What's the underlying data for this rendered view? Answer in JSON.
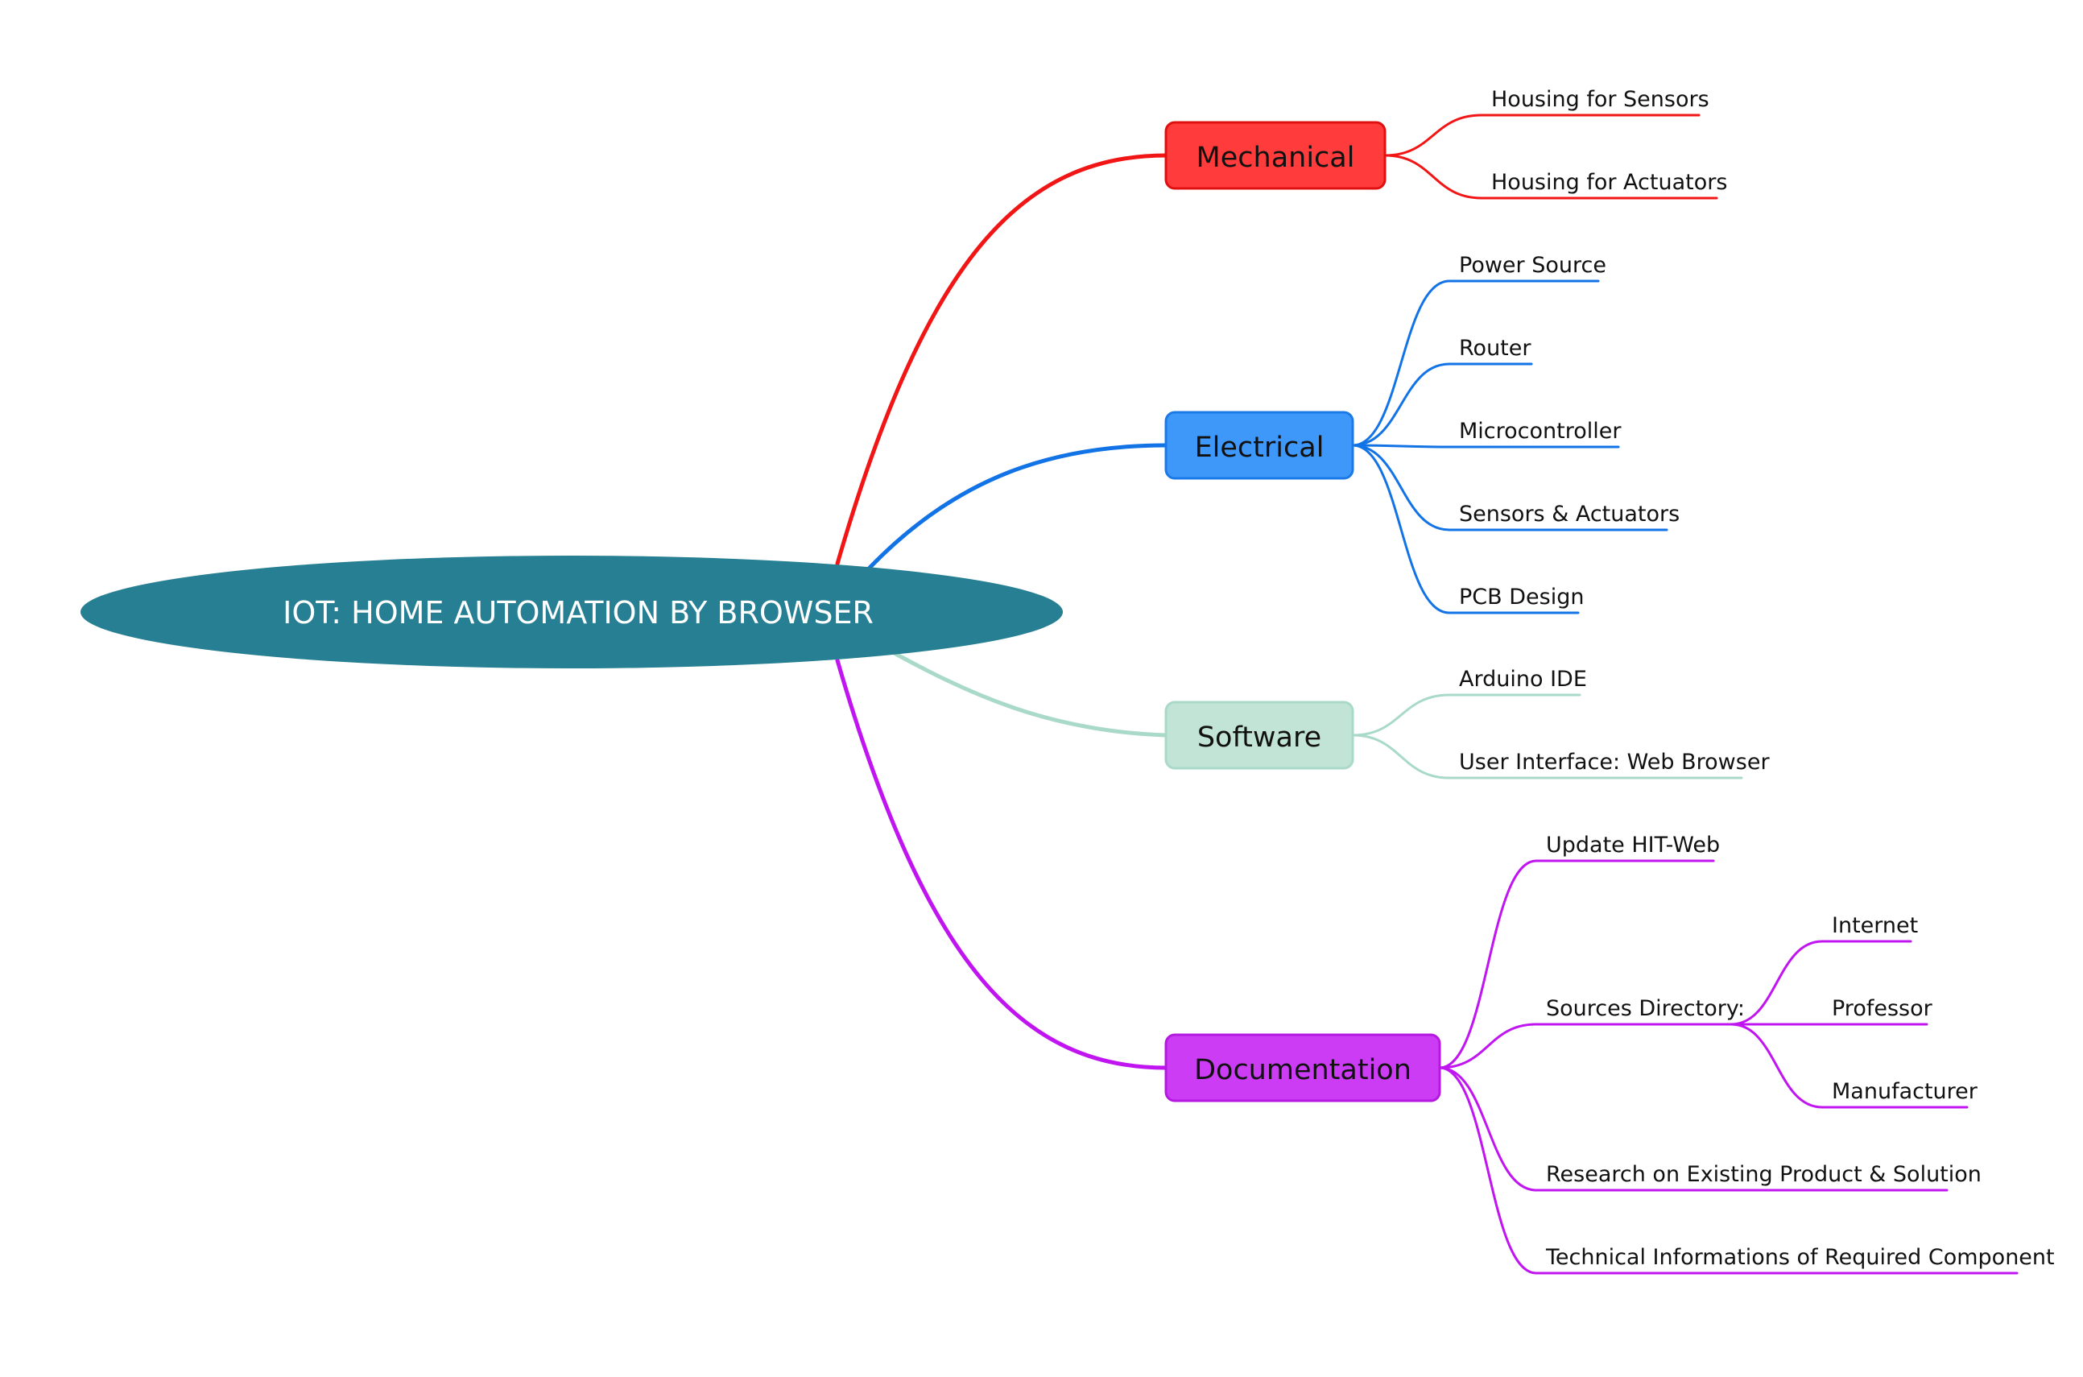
{
  "root": {
    "label": "IOT: HOME AUTOMATION BY BROWSER",
    "color": "#267F92",
    "text_color": "#FFFFFF"
  },
  "branches": [
    {
      "key": "mechanical",
      "label": "Mechanical",
      "color": "#F21515",
      "fill": "#FF3B3B",
      "border": "#E01010",
      "text_color": "#111111",
      "children": [
        {
          "label": "Housing for Sensors"
        },
        {
          "label": "Housing for Actuators"
        }
      ]
    },
    {
      "key": "electrical",
      "label": "Electrical",
      "color": "#1273E6",
      "fill": "#3D98FA",
      "border": "#1C7AE8",
      "text_color": "#111111",
      "children": [
        {
          "label": "Power Source"
        },
        {
          "label": "Router"
        },
        {
          "label": "Microcontroller"
        },
        {
          "label": "Sensors & Actuators"
        },
        {
          "label": "PCB Design"
        }
      ]
    },
    {
      "key": "software",
      "label": "Software",
      "color": "#A9D9C9",
      "fill": "#C2E4D7",
      "border": "#A9D9C9",
      "text_color": "#111111",
      "children": [
        {
          "label": "Arduino IDE"
        },
        {
          "label": "User Interface: Web Browser"
        }
      ]
    },
    {
      "key": "documentation",
      "label": "Documentation",
      "color": "#C015F0",
      "fill": "#CC3CF5",
      "border": "#B419E0",
      "text_color": "#111111",
      "children": [
        {
          "label": "Update HIT-Web"
        },
        {
          "label": "Sources Directory:",
          "children": [
            {
              "label": "Internet"
            },
            {
              "label": "Professor"
            },
            {
              "label": "Manufacturer"
            }
          ]
        },
        {
          "label": "Research on Existing Product & Solution"
        },
        {
          "label": "Technical Informations of Required Component"
        }
      ]
    }
  ]
}
